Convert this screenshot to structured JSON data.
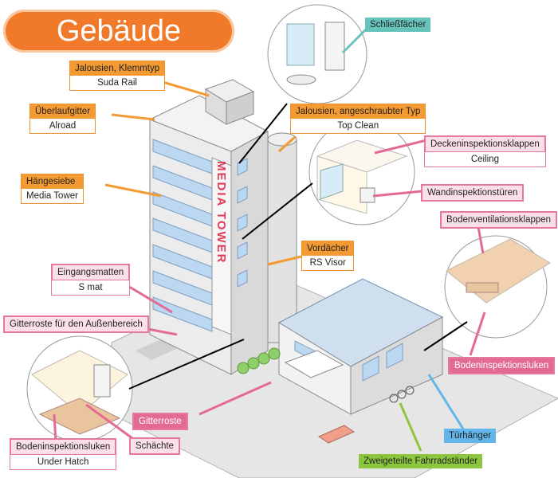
{
  "title": "Gebäude",
  "building_sign": "MEDIA TOWER",
  "labels": {
    "schliessfaecher": {
      "head": "Schließfächer"
    },
    "jalousien_klemm": {
      "head": "Jalousien, Klemmtyp",
      "sub": "Suda Rail"
    },
    "ueberlauf": {
      "head": "Überlaufgitter",
      "sub": "Alroad"
    },
    "jalousien_schraub": {
      "head": "Jalousien, angeschraubter Typ",
      "sub": "Top Clean"
    },
    "decken": {
      "head": "Deckeninspektionsklappen",
      "sub": "Ceiling"
    },
    "haengesiebe": {
      "head": "Hängesiebe",
      "sub": "Media Tower"
    },
    "wand": {
      "head": "Wandinspektionstüren"
    },
    "bodenvent": {
      "head": "Bodenventilationsklappen"
    },
    "vordaecher": {
      "head": "Vordächer",
      "sub": "RS Visor"
    },
    "eingang": {
      "head": "Eingangsmatten",
      "sub": "S mat"
    },
    "gitter_aussen": {
      "head": "Gitterroste für den Außenbereich"
    },
    "bodeninsp_r": {
      "head": "Bodeninspektionsluken"
    },
    "gitterroste": {
      "head": "Gitterroste"
    },
    "tuerhaenger": {
      "head": "Türhänger"
    },
    "schaechte": {
      "head": "Schächte"
    },
    "bodeninsp_l": {
      "head": "Bodeninspektionsluken",
      "sub": "Under Hatch"
    },
    "fahrrad": {
      "head": "Zweigeteilte Fahrradständer"
    }
  },
  "colors": {
    "orange": "#f39a32",
    "pink": "#e36b93",
    "teal": "#66c4bd",
    "blue": "#63b6ea",
    "green": "#8cc63f",
    "facade": "#e8e8e8",
    "window": "#bcd7f2"
  }
}
